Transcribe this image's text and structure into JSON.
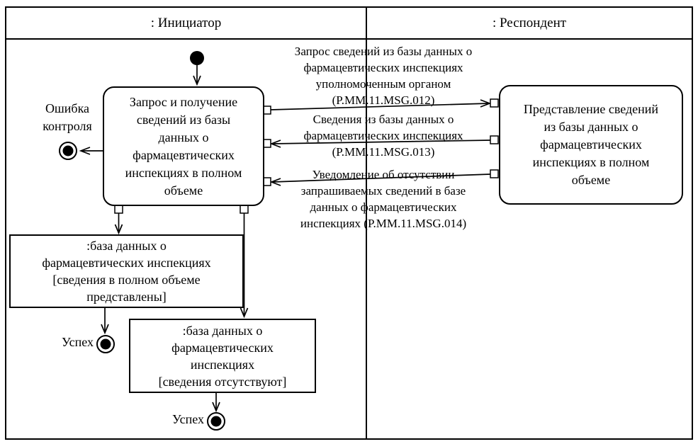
{
  "diagram": {
    "type": "uml-activity-diagram",
    "colors": {
      "line": "#000000",
      "background": "#ffffff"
    },
    "lanes": [
      {
        "label": ": Инициатор"
      },
      {
        "label": ": Респондент"
      }
    ],
    "nodes": {
      "initial": {
        "type": "initial-node"
      },
      "initiator_action": {
        "type": "action",
        "text": "Запрос и получение сведений из базы данных о фармацевтических инспекциях в полном объеме",
        "lines": [
          "Запрос и получение",
          "сведений из базы",
          "данных о",
          "фармацевтических",
          "инспекциях в полном",
          "объеме"
        ]
      },
      "respondent_action": {
        "type": "action",
        "text": "Представление сведений из базы данных о фармацевтических инспекциях в полном объеме",
        "lines": [
          "Представление сведений",
          "из базы данных о",
          "фармацевтических",
          "инспекциях в полном",
          "объеме"
        ]
      },
      "error_final": {
        "type": "final-node",
        "label_lines": [
          "Ошибка",
          "контроля"
        ]
      },
      "object_full": {
        "type": "object",
        "text": ":база данных о фармацевтических инспекциях [сведения в полном объеме представлены]",
        "lines": [
          ":база данных о",
          "фармацевтических инспекциях",
          "[сведения в полном объеме",
          "представлены]"
        ]
      },
      "object_absent": {
        "type": "object",
        "text": ":база данных о фармацевтических инспекциях [сведения отсутствуют]",
        "lines": [
          ":база данных о",
          "фармацевтических",
          "инспекциях",
          "[сведения отсутствуют]"
        ]
      },
      "success_final_1": {
        "type": "final-node",
        "label": "Успех"
      },
      "success_final_2": {
        "type": "final-node",
        "label": "Успех"
      }
    },
    "messages": [
      {
        "direction": "initiator-to-respondent",
        "text": "Запрос сведений из базы данных о фармацевтических инспекциях уполномоченным органом (P.MM.11.MSG.012)",
        "lines": [
          "Запрос сведений из базы данных о",
          "фармацевтических инспекциях",
          "уполномоченным органом",
          "(P.MM.11.MSG.012)"
        ]
      },
      {
        "direction": "respondent-to-initiator",
        "text": "Сведения из базы данных о фармацевтических инспекциях (P.MM.11.MSG.013)",
        "lines": [
          "Сведения из базы данных о",
          "фармацевтических инспекциях",
          "(P.MM.11.MSG.013)"
        ]
      },
      {
        "direction": "respondent-to-initiator",
        "text": "Уведомление об отсутствии запрашиваемых сведений в базе данных о фармацевтических инспекциях (P.MM.11.MSG.014)",
        "lines": [
          "Уведомление об отсутствии",
          "запрашиваемых сведений в базе",
          "данных о фармацевтических",
          "инспекциях (P.MM.11.MSG.014)"
        ]
      }
    ]
  }
}
